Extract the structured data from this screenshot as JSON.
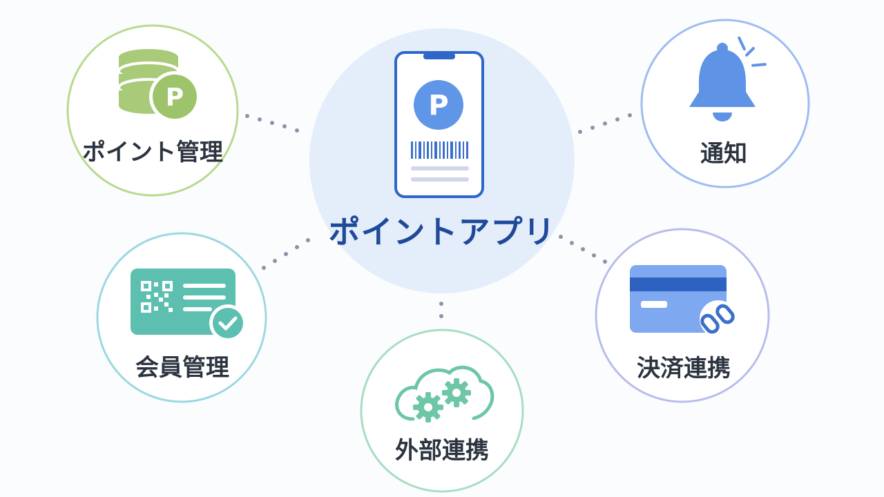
{
  "center": {
    "title": "ポイントアプリ",
    "badge": "P"
  },
  "nodes": {
    "points": {
      "label": "ポイント管理",
      "badge": "P"
    },
    "notify": {
      "label": "通知"
    },
    "member": {
      "label": "会員管理"
    },
    "payment": {
      "label": "決済連携"
    },
    "external": {
      "label": "外部連携"
    }
  },
  "colors": {
    "center": "#1f4a9a",
    "points": "#9dc46a",
    "notify": "#6a9bea",
    "member": "#5cbfb0",
    "payment": "#5e88e0",
    "external": "#6dc6a6"
  }
}
